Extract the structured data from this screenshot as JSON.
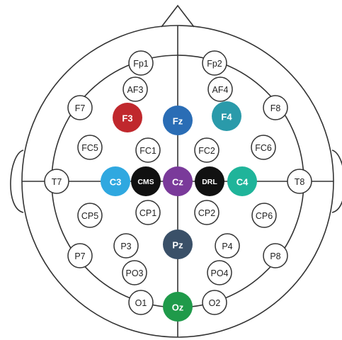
{
  "colors": {
    "outline": "#333333",
    "electrode_fill": "#ffffff",
    "red": "#c0282d",
    "blue": "#2a6db5",
    "teal": "#2a9aaa",
    "skyblue": "#2fa8e0",
    "purple": "#7a3a9a",
    "black": "#111111",
    "turquoise": "#1fb49a",
    "slate": "#3a5068",
    "green": "#1f9a4a"
  },
  "electrodes": [
    {
      "id": "fp1",
      "label": "Fp1",
      "fill": "white"
    },
    {
      "id": "fp2",
      "label": "Fp2",
      "fill": "white"
    },
    {
      "id": "af3",
      "label": "AF3",
      "fill": "white"
    },
    {
      "id": "af4",
      "label": "AF4",
      "fill": "white"
    },
    {
      "id": "f7",
      "label": "F7",
      "fill": "white"
    },
    {
      "id": "f3",
      "label": "F3",
      "fill": "red"
    },
    {
      "id": "fz",
      "label": "Fz",
      "fill": "blue"
    },
    {
      "id": "f4",
      "label": "F4",
      "fill": "teal"
    },
    {
      "id": "f8",
      "label": "F8",
      "fill": "white"
    },
    {
      "id": "fc5",
      "label": "FC5",
      "fill": "white"
    },
    {
      "id": "fc1",
      "label": "FC1",
      "fill": "white"
    },
    {
      "id": "fc2",
      "label": "FC2",
      "fill": "white"
    },
    {
      "id": "fc6",
      "label": "FC6",
      "fill": "white"
    },
    {
      "id": "t7",
      "label": "T7",
      "fill": "white"
    },
    {
      "id": "c3",
      "label": "C3",
      "fill": "skyblue"
    },
    {
      "id": "cms",
      "label": "CMS",
      "fill": "black"
    },
    {
      "id": "cz",
      "label": "Cz",
      "fill": "purple"
    },
    {
      "id": "drl",
      "label": "DRL",
      "fill": "black"
    },
    {
      "id": "c4",
      "label": "C4",
      "fill": "turquoise"
    },
    {
      "id": "t8",
      "label": "T8",
      "fill": "white"
    },
    {
      "id": "cp5",
      "label": "CP5",
      "fill": "white"
    },
    {
      "id": "cp1",
      "label": "CP1",
      "fill": "white"
    },
    {
      "id": "cp2",
      "label": "CP2",
      "fill": "white"
    },
    {
      "id": "cp6",
      "label": "CP6",
      "fill": "white"
    },
    {
      "id": "p7",
      "label": "P7",
      "fill": "white"
    },
    {
      "id": "p3",
      "label": "P3",
      "fill": "white"
    },
    {
      "id": "pz",
      "label": "Pz",
      "fill": "slate"
    },
    {
      "id": "p4",
      "label": "P4",
      "fill": "white"
    },
    {
      "id": "p8",
      "label": "P8",
      "fill": "white"
    },
    {
      "id": "po3",
      "label": "PO3",
      "fill": "white"
    },
    {
      "id": "po4",
      "label": "PO4",
      "fill": "white"
    },
    {
      "id": "o1",
      "label": "O1",
      "fill": "white"
    },
    {
      "id": "oz",
      "label": "Oz",
      "fill": "green"
    },
    {
      "id": "o2",
      "label": "O2",
      "fill": "white"
    }
  ]
}
